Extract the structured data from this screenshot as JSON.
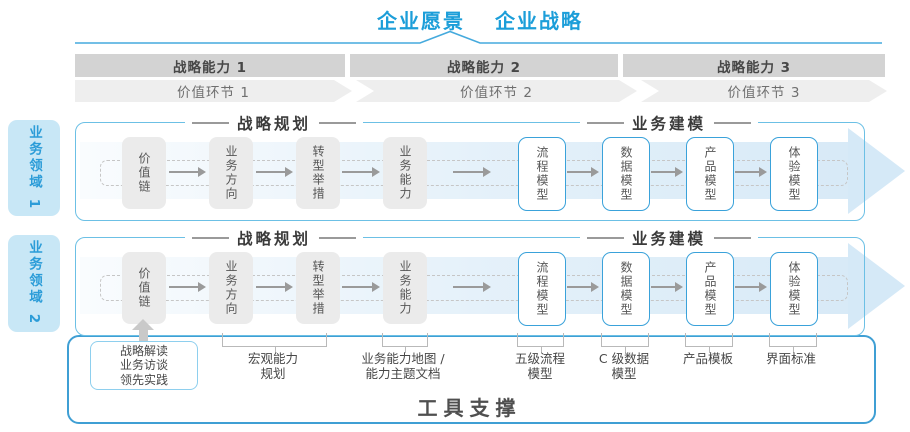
{
  "header": {
    "vision": "企业愿景",
    "strategy": "企业战略"
  },
  "capability_bars": [
    {
      "label": "战略能力 1"
    },
    {
      "label": "战略能力 2"
    },
    {
      "label": "战略能力 3"
    }
  ],
  "value_bars": [
    {
      "label": "价值环节 1"
    },
    {
      "label": "价值环节 2"
    },
    {
      "label": "价值环节 3"
    }
  ],
  "domain_tabs": [
    {
      "label": "业务领域 1"
    },
    {
      "label": "业务领域 2"
    }
  ],
  "panels": [
    {
      "planning_header": "战略规划",
      "modeling_header": "业务建模",
      "planning_boxes": [
        "价值链",
        "业务方向",
        "转型举措",
        "业务能力"
      ],
      "modeling_boxes": [
        "流程模型",
        "数据模型",
        "产品模型",
        "体验模型"
      ]
    },
    {
      "planning_header": "战略规划",
      "modeling_header": "业务建模",
      "planning_boxes": [
        "价值链",
        "业务方向",
        "转型举措",
        "业务能力"
      ],
      "modeling_boxes": [
        "流程模型",
        "数据模型",
        "产品模型",
        "体验模型"
      ]
    }
  ],
  "practice_box": {
    "lines": [
      "战略解读",
      "业务访谈",
      "领先实践"
    ]
  },
  "annotations": [
    {
      "line1": "宏观能力",
      "line2": "规划"
    },
    {
      "line1": "业务能力地图 /",
      "line2": "能力主题文档"
    },
    {
      "line1": "五级流程",
      "line2": "模型"
    },
    {
      "line1": "C 级数据",
      "line2": "模型"
    },
    {
      "line1": "产品模板",
      "line2": ""
    },
    {
      "line1": "界面标准",
      "line2": ""
    }
  ],
  "tool_support": {
    "label": "工具支撑"
  },
  "colors": {
    "accent_blue": "#1c9ed9",
    "panel_border": "#6cc0e5",
    "tool_border": "#3f9fd4",
    "band_blue": "#d8eaf7",
    "bar_gray": "#d3d3d3",
    "chevron_gray": "#eeeeee",
    "box_gray": "#ebebeb",
    "box_border_blue": "#3aa2da"
  }
}
